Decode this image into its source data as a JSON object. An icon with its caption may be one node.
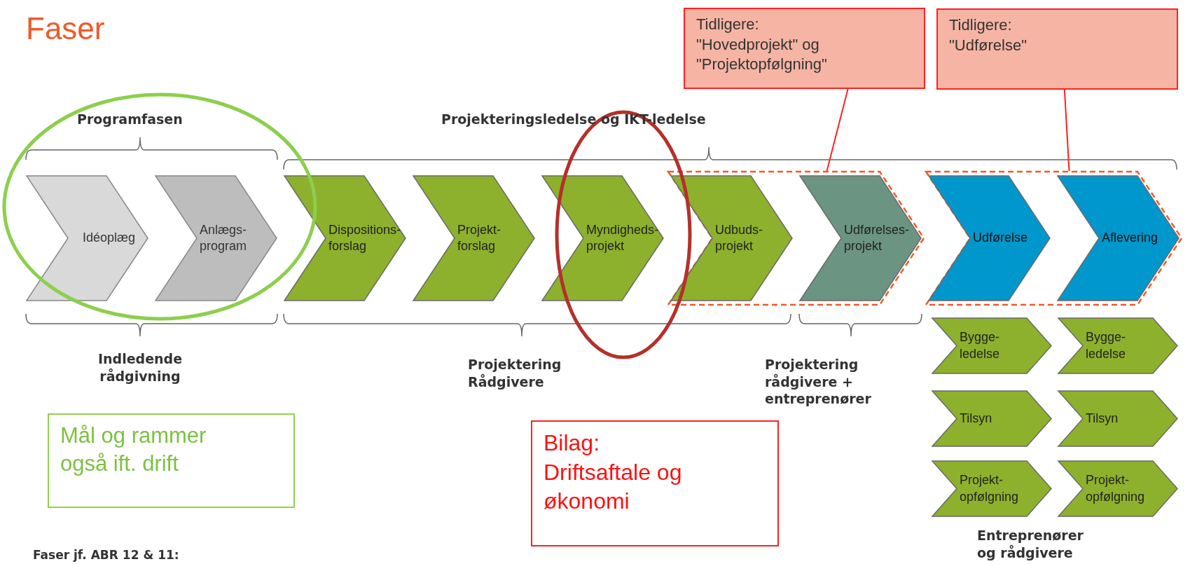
{
  "diagram": {
    "title": "Faser",
    "nodes": [
      {
        "text": [
          "Tidligere: \"Hovedprojekt\" og \"Projektopfølgning\""
        ]
      },
      {
        "text": [
          "Tidligere: \"Udførelse\""
        ]
      },
      {
        "text": [
          "Idéoplæg"
        ]
      },
      {
        "text": [
          "Anlægs- program"
        ]
      },
      {
        "text": [
          "Dispositions- forslag"
        ]
      },
      {
        "text": [
          "Projekt- forslag"
        ]
      },
      {
        "text": [
          "Myndigheds- projekt"
        ]
      },
      {
        "text": [],
        "shape": "chevron"
      },
      {
        "text": [
          "Udbuds- projekt"
        ],
        "in": 7
      },
      {
        "text": [
          "Udførelses- projekt"
        ],
        "in": 7
      },
      {
        "text": [],
        "shape": "chevron"
      },
      {
        "text": [
          "Udførelse"
        ],
        "in": 10
      },
      {
        "text": [
          "Aflevering"
        ],
        "in": 10
      },
      {
        "text": [
          "Bygge- ledelse"
        ]
      },
      {
        "text": [
          "Bygge- ledelse"
        ]
      },
      {
        "text": [
          "Tilsyn"
        ]
      },
      {
        "text": [
          "Tilsyn"
        ]
      },
      {
        "text": [
          "Projekt- opfølgning"
        ]
      },
      {
        "text": [
          "Projekt- opfølgning"
        ]
      },
      {
        "text": [
          "Mål og rammer også ift. drift"
        ]
      },
      {
        "text": [
          "Bilag: Driftsaftale og økonomi"
        ]
      }
    ],
    "edges": [
      {
        "from": 0,
        "to": 7,
        "arrow": "none"
      },
      {
        "from": 1,
        "to": 10,
        "arrow": "none"
      }
    ],
    "labels": [
      "Programfasen",
      "Projekteringsledelse og IKT-ledelse",
      "Indledende rådgivning",
      "Projektering Rådgivere",
      "Projektering rådgivere + entreprenører",
      "Entreprenører og rådgivere",
      "Faser jf. ABR 12 & 11:"
    ]
  }
}
